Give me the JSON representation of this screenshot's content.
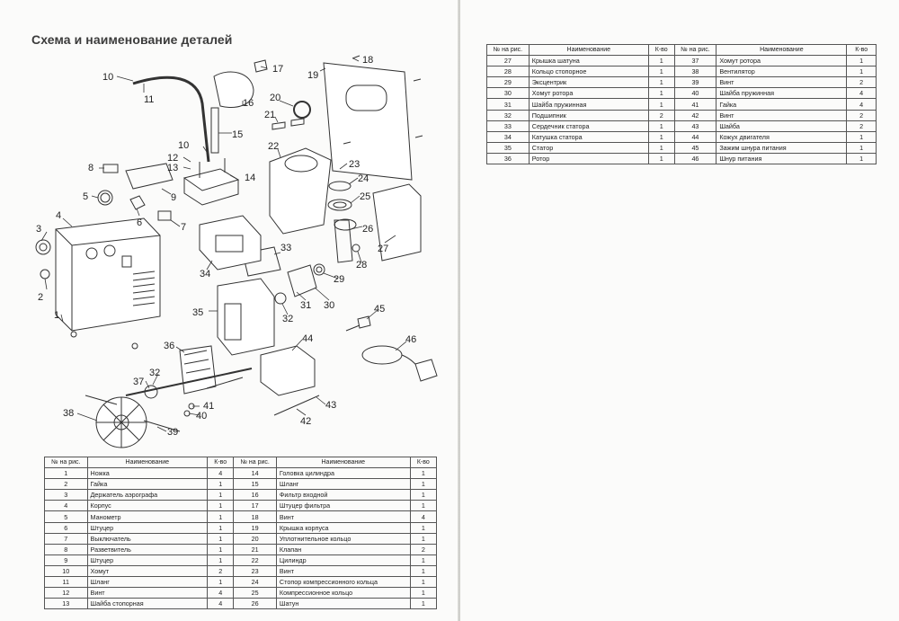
{
  "title": "Схема и наименование деталей",
  "callouts": [
    "1",
    "2",
    "3",
    "4",
    "5",
    "6",
    "7",
    "8",
    "9",
    "10",
    "10",
    "11",
    "12",
    "13",
    "14",
    "15",
    "16",
    "17",
    "18",
    "19",
    "20",
    "21",
    "22",
    "23",
    "24",
    "25",
    "26",
    "27",
    "28",
    "29",
    "30",
    "31",
    "32",
    "32",
    "33",
    "34",
    "35",
    "36",
    "37",
    "38",
    "39",
    "40",
    "41",
    "42",
    "43",
    "44",
    "45",
    "46"
  ],
  "table_headers": {
    "num": "№ на рис.",
    "name": "Наименование",
    "qty": "К-во"
  },
  "left_table": [
    {
      "n1": "1",
      "name1": "Ножка",
      "q1": "4",
      "n2": "14",
      "name2": "Головка цилиндра",
      "q2": "1"
    },
    {
      "n1": "2",
      "name1": "Гайка",
      "q1": "1",
      "n2": "15",
      "name2": "Шланг",
      "q2": "1"
    },
    {
      "n1": "3",
      "name1": "Держатель аэрографа",
      "q1": "1",
      "n2": "16",
      "name2": "Фильтр входной",
      "q2": "1"
    },
    {
      "n1": "4",
      "name1": "Корпус",
      "q1": "1",
      "n2": "17",
      "name2": "Штуцер фильтра",
      "q2": "1"
    },
    {
      "n1": "5",
      "name1": "Манометр",
      "q1": "1",
      "n2": "18",
      "name2": "Винт",
      "q2": "4"
    },
    {
      "n1": "6",
      "name1": "Штуцер",
      "q1": "1",
      "n2": "19",
      "name2": "Крышка корпуса",
      "q2": "1"
    },
    {
      "n1": "7",
      "name1": "Выключатель",
      "q1": "1",
      "n2": "20",
      "name2": "Уплотнительное кольцо",
      "q2": "1"
    },
    {
      "n1": "8",
      "name1": "Разветвитель",
      "q1": "1",
      "n2": "21",
      "name2": "Клапан",
      "q2": "2"
    },
    {
      "n1": "9",
      "name1": "Штуцер",
      "q1": "1",
      "n2": "22",
      "name2": "Цилиндр",
      "q2": "1"
    },
    {
      "n1": "10",
      "name1": "Хомут",
      "q1": "2",
      "n2": "23",
      "name2": "Винт",
      "q2": "1"
    },
    {
      "n1": "11",
      "name1": "Шланг",
      "q1": "1",
      "n2": "24",
      "name2": "Стопор компрессионного кольца",
      "q2": "1"
    },
    {
      "n1": "12",
      "name1": "Винт",
      "q1": "4",
      "n2": "25",
      "name2": "Компрессионное кольцо",
      "q2": "1"
    },
    {
      "n1": "13",
      "name1": "Шайба стопорная",
      "q1": "4",
      "n2": "26",
      "name2": "Шатун",
      "q2": "1"
    }
  ],
  "right_table": [
    {
      "n1": "27",
      "name1": "Крышка шатуна",
      "q1": "1",
      "n2": "37",
      "name2": "Хомут ротора",
      "q2": "1"
    },
    {
      "n1": "28",
      "name1": "Кольцо стопорное",
      "q1": "1",
      "n2": "38",
      "name2": "Вентилятор",
      "q2": "1"
    },
    {
      "n1": "29",
      "name1": "Эксцентрик",
      "q1": "1",
      "n2": "39",
      "name2": "Винт",
      "q2": "2"
    },
    {
      "n1": "30",
      "name1": "Хомут ротора",
      "q1": "1",
      "n2": "40",
      "name2": "Шайба пружинная",
      "q2": "4"
    },
    {
      "n1": "31",
      "name1": "Шайба пружинная",
      "q1": "1",
      "n2": "41",
      "name2": "Гайка",
      "q2": "4"
    },
    {
      "n1": "32",
      "name1": "Подшипник",
      "q1": "2",
      "n2": "42",
      "name2": "Винт",
      "q2": "2"
    },
    {
      "n1": "33",
      "name1": "Сердечник статора",
      "q1": "1",
      "n2": "43",
      "name2": "Шайба",
      "q2": "2"
    },
    {
      "n1": "34",
      "name1": "Катушка статора",
      "q1": "1",
      "n2": "44",
      "name2": "Кожух двигателя",
      "q2": "1"
    },
    {
      "n1": "35",
      "name1": "Статор",
      "q1": "1",
      "n2": "45",
      "name2": "Зажим шнура питания",
      "q2": "1"
    },
    {
      "n1": "36",
      "name1": "Ротор",
      "q1": "1",
      "n2": "46",
      "name2": "Шнур питания",
      "q2": "1"
    }
  ]
}
